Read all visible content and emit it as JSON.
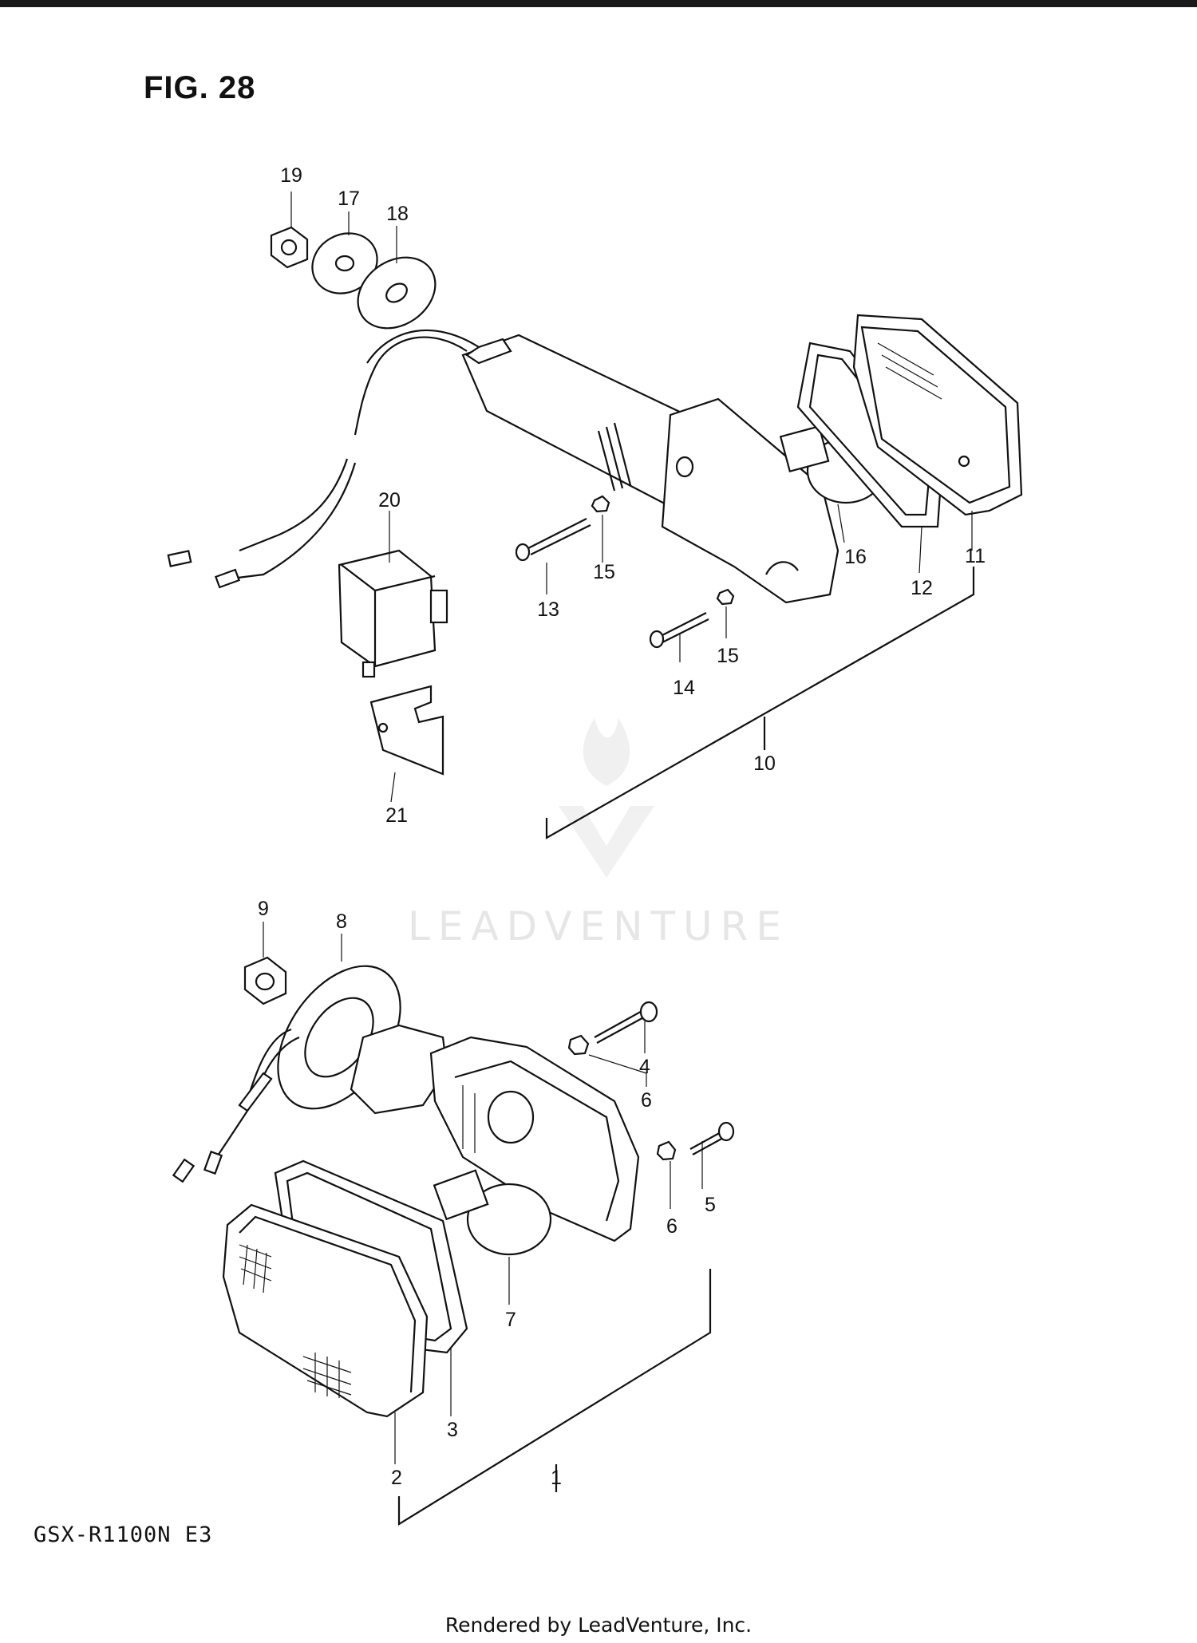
{
  "figure_title": "FIG. 28",
  "model_label": "GSX-R1100N E3",
  "credit": "Rendered by LeadVenture, Inc.",
  "watermark_text": "LEADVENTURE",
  "callouts": {
    "c1": "1",
    "c2": "2",
    "c3": "3",
    "c4": "4",
    "c5": "5",
    "c6a": "6",
    "c6b": "6",
    "c7": "7",
    "c8": "8",
    "c9": "9",
    "c10": "10",
    "c11": "11",
    "c12": "12",
    "c13": "13",
    "c14": "14",
    "c15a": "15",
    "c15b": "15",
    "c16": "16",
    "c17": "17",
    "c18": "18",
    "c19": "19",
    "c20": "20",
    "c21": "21"
  }
}
